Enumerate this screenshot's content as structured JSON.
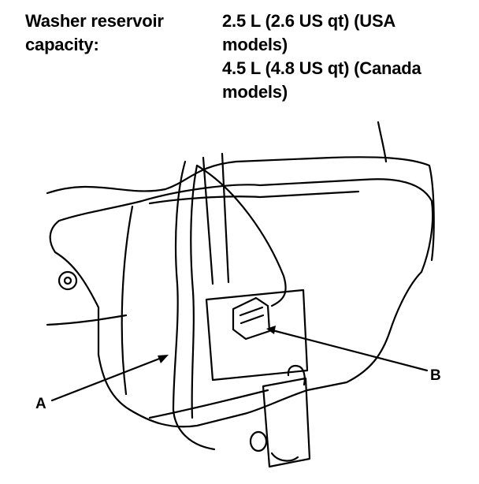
{
  "spec": {
    "label_lines": [
      "Washer reservoir",
      "capacity:"
    ],
    "value_lines": [
      "2.5 L (2.6 US qt) (USA",
      "models)",
      "4.5 L (4.8 US qt) (Canada",
      "models)"
    ]
  },
  "diagram": {
    "callouts": {
      "a": "A",
      "b": "B"
    }
  }
}
